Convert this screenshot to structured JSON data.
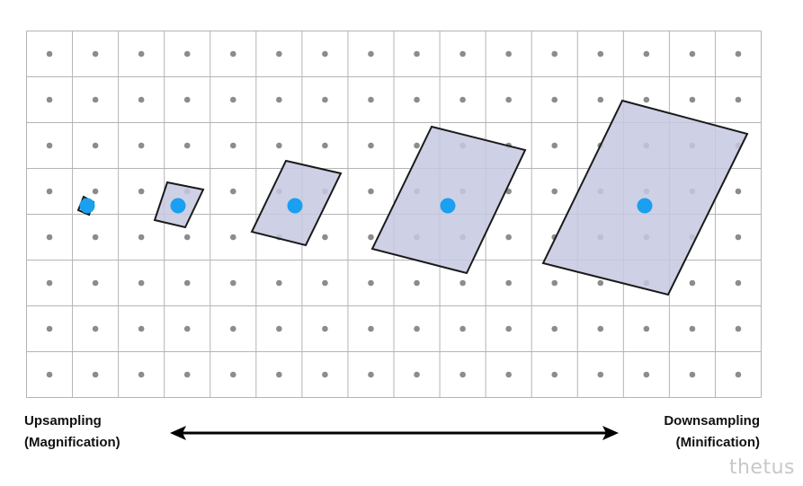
{
  "labels": {
    "left_line1": "Upsampling",
    "left_line2": "(Magnification)",
    "right_line1": "Downsampling",
    "right_line2": "(Minification)"
  },
  "watermark": "thetus",
  "grid": {
    "columns": 16,
    "rows": 8
  },
  "footprints": [
    {
      "name": "footprint-1",
      "scale": "smallest"
    },
    {
      "name": "footprint-2",
      "scale": "small"
    },
    {
      "name": "footprint-3",
      "scale": "medium"
    },
    {
      "name": "footprint-4",
      "scale": "large"
    },
    {
      "name": "footprint-5",
      "scale": "largest"
    }
  ],
  "colors": {
    "grid_line": "#b4b4b4",
    "sample_dot": "#8c8c8c",
    "footprint_fill": "#c6c8e0",
    "footprint_stroke": "#1a1a1a",
    "center_dot": "#1aa0f0",
    "arrow": "#000000"
  }
}
